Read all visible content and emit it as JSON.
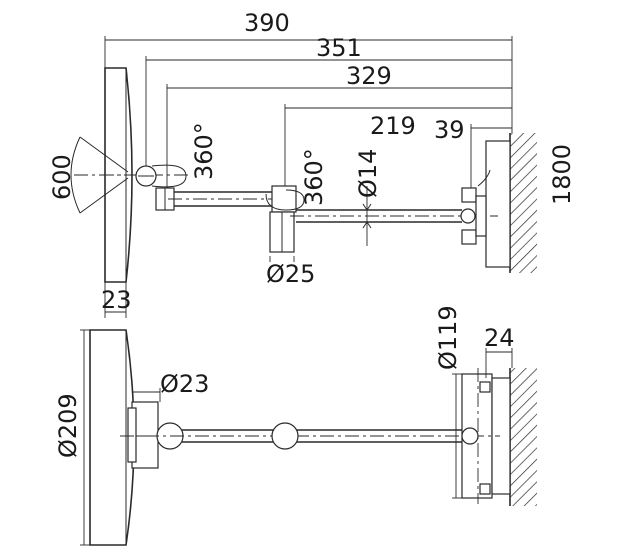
{
  "dimensions": {
    "overall_width": "390",
    "to_pivot": "351",
    "to_arm_joint": "329",
    "mid_to_wall": "219",
    "wall_offset": "39",
    "height": "1800",
    "mirror_swing": "600",
    "rotation_mirror": "360°",
    "rotation_arm": "360°",
    "arm_tube_dia": "Ø14",
    "joint_dia": "Ø25",
    "mirror_thickness": "23",
    "mirror_dia": "Ø209",
    "pivot_dia": "Ø23",
    "base_dia": "Ø119",
    "base_depth": "24"
  }
}
